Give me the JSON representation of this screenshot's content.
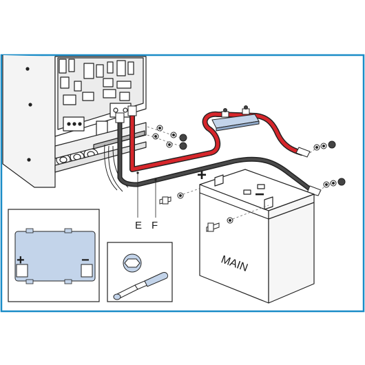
{
  "diagram": {
    "frame_color": "#1a8cc7",
    "cable_red": "#d7262b",
    "cable_black": "#3a3a3a",
    "inset_fill": "#c3d4ea",
    "labels": {
      "cable_e": "E",
      "cable_f": "F",
      "battery": "MAIN",
      "battery_plus": "+",
      "battery_minus": "−",
      "inset_plus": "+",
      "inset_minus": "−"
    }
  }
}
